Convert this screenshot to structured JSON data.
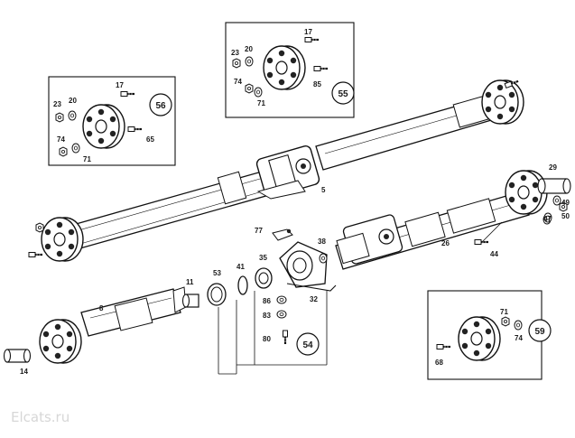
{
  "watermark": "Elcats.ru",
  "callouts": {
    "c55": "55",
    "c56": "56",
    "c54": "54",
    "c59": "59"
  },
  "inset_55_parts": [
    "17",
    "23",
    "20",
    "74",
    "71",
    "85"
  ],
  "inset_56_parts": [
    "17",
    "23",
    "20",
    "74",
    "71",
    "65"
  ],
  "inset_59_parts": [
    "71",
    "74",
    "68"
  ],
  "main_parts": [
    "5",
    "77",
    "38",
    "35",
    "41",
    "53",
    "11",
    "8",
    "14",
    "32",
    "86",
    "83",
    "80",
    "26",
    "44",
    "29",
    "49",
    "47",
    "50"
  ]
}
